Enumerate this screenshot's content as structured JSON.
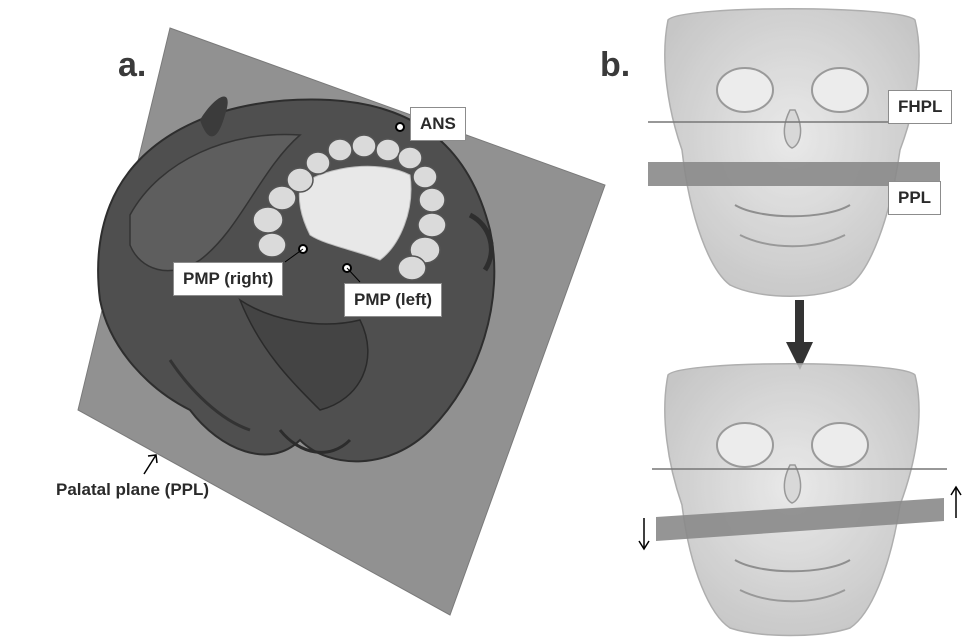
{
  "panel_a": {
    "letter": "a.",
    "landmarks": {
      "ans": "ANS",
      "pmp_right": "PMP (right)",
      "pmp_left": "PMP (left)"
    },
    "plane_caption": "Palatal plane (PPL)"
  },
  "panel_b": {
    "letter": "b.",
    "fhpl_label": "FHPL",
    "ppl_label": "PPL"
  },
  "colors": {
    "plane_gray": "#8e8e8e",
    "skull_dark": "#4a4a4a",
    "skull_light": "#cfcfcf",
    "ppl_bar": "#8a8a8a"
  }
}
